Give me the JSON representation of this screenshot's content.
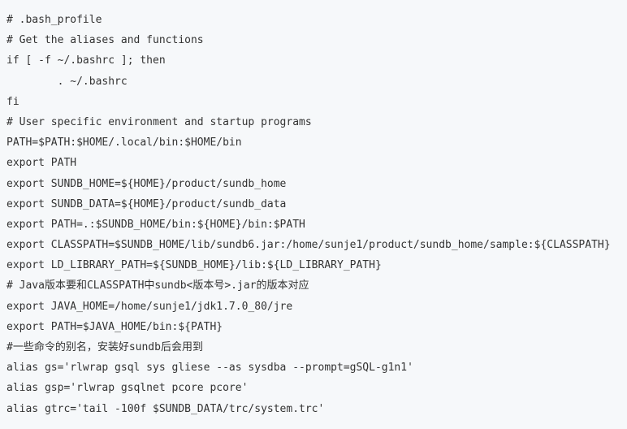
{
  "code": {
    "lines": [
      "# .bash_profile",
      "# Get the aliases and functions",
      "if [ -f ~/.bashrc ]; then",
      "        . ~/.bashrc",
      "fi",
      "# User specific environment and startup programs",
      "PATH=$PATH:$HOME/.local/bin:$HOME/bin",
      "export PATH",
      "export SUNDB_HOME=${HOME}/product/sundb_home",
      "export SUNDB_DATA=${HOME}/product/sundb_data",
      "export PATH=.:$SUNDB_HOME/bin:${HOME}/bin:$PATH",
      "export CLASSPATH=$SUNDB_HOME/lib/sundb6.jar:/home/sunje1/product/sundb_home/sample:${CLASSPATH}",
      "export LD_LIBRARY_PATH=${SUNDB_HOME}/lib:${LD_LIBRARY_PATH}",
      "# Java版本要和CLASSPATH中sundb<版本号>.jar的版本对应",
      "export JAVA_HOME=/home/sunje1/jdk1.7.0_80/jre",
      "export PATH=$JAVA_HOME/bin:${PATH}",
      "#一些命令的别名，安装好sundb后会用到",
      "alias gs='rlwrap gsql sys gliese --as sysdba --prompt=gSQL-g1n1'",
      "alias gsp='rlwrap gsqlnet pcore pcore'",
      "alias gtrc='tail -100f $SUNDB_DATA/trc/system.trc'"
    ]
  }
}
